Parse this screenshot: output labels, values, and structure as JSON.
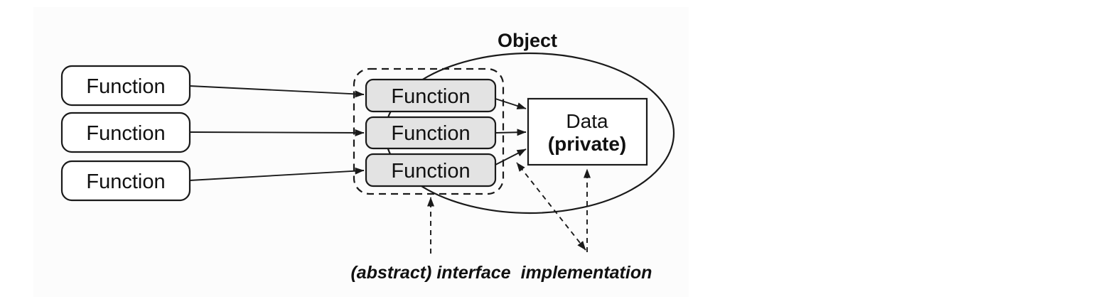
{
  "diagram": {
    "object_label": "Object",
    "callers": [
      "Function",
      "Function",
      "Function"
    ],
    "interface_functions": [
      "Function",
      "Function",
      "Function"
    ],
    "data_box": {
      "line1": "Data",
      "line2": "(private)"
    },
    "annotations": {
      "interface": "(abstract) interface",
      "implementation": "implementation"
    },
    "colors": {
      "stroke": "#1a1a1a",
      "interface_box_fill": "#e3e3e3",
      "caller_box_fill": "#ffffff",
      "data_box_fill": "#ffffff",
      "canvas": "#fcfcfc"
    }
  }
}
